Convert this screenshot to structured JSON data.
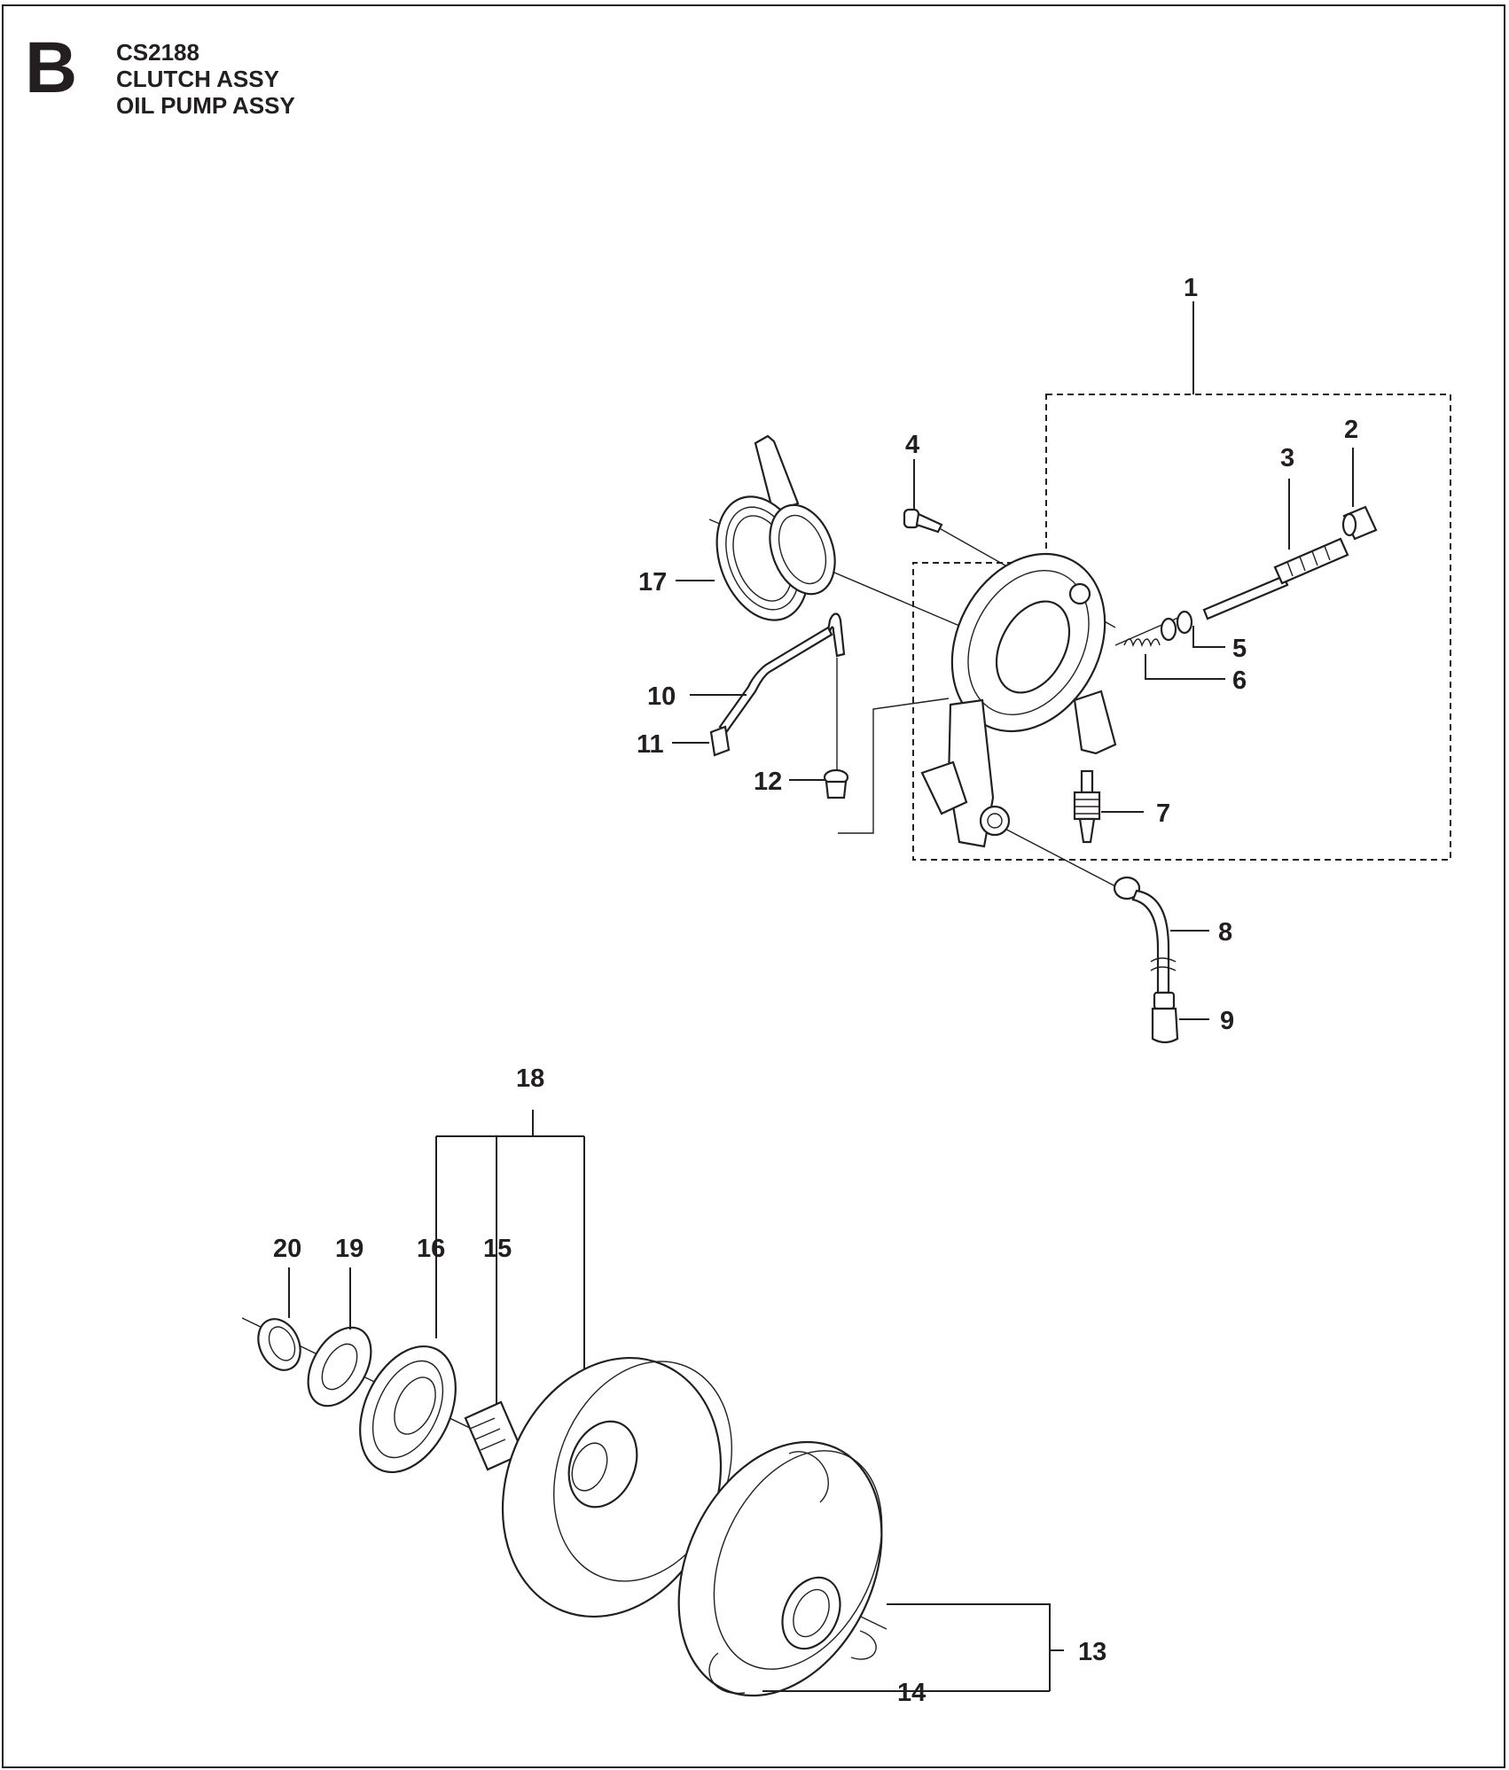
{
  "header": {
    "section": "B",
    "model": "CS2188",
    "lines": [
      "CLUTCH ASSY",
      "OIL PUMP ASSY"
    ]
  },
  "callouts": [
    "1",
    "2",
    "3",
    "4",
    "5",
    "6",
    "7",
    "8",
    "9",
    "10",
    "11",
    "12",
    "13",
    "14",
    "15",
    "16",
    "17",
    "18",
    "19",
    "20"
  ]
}
